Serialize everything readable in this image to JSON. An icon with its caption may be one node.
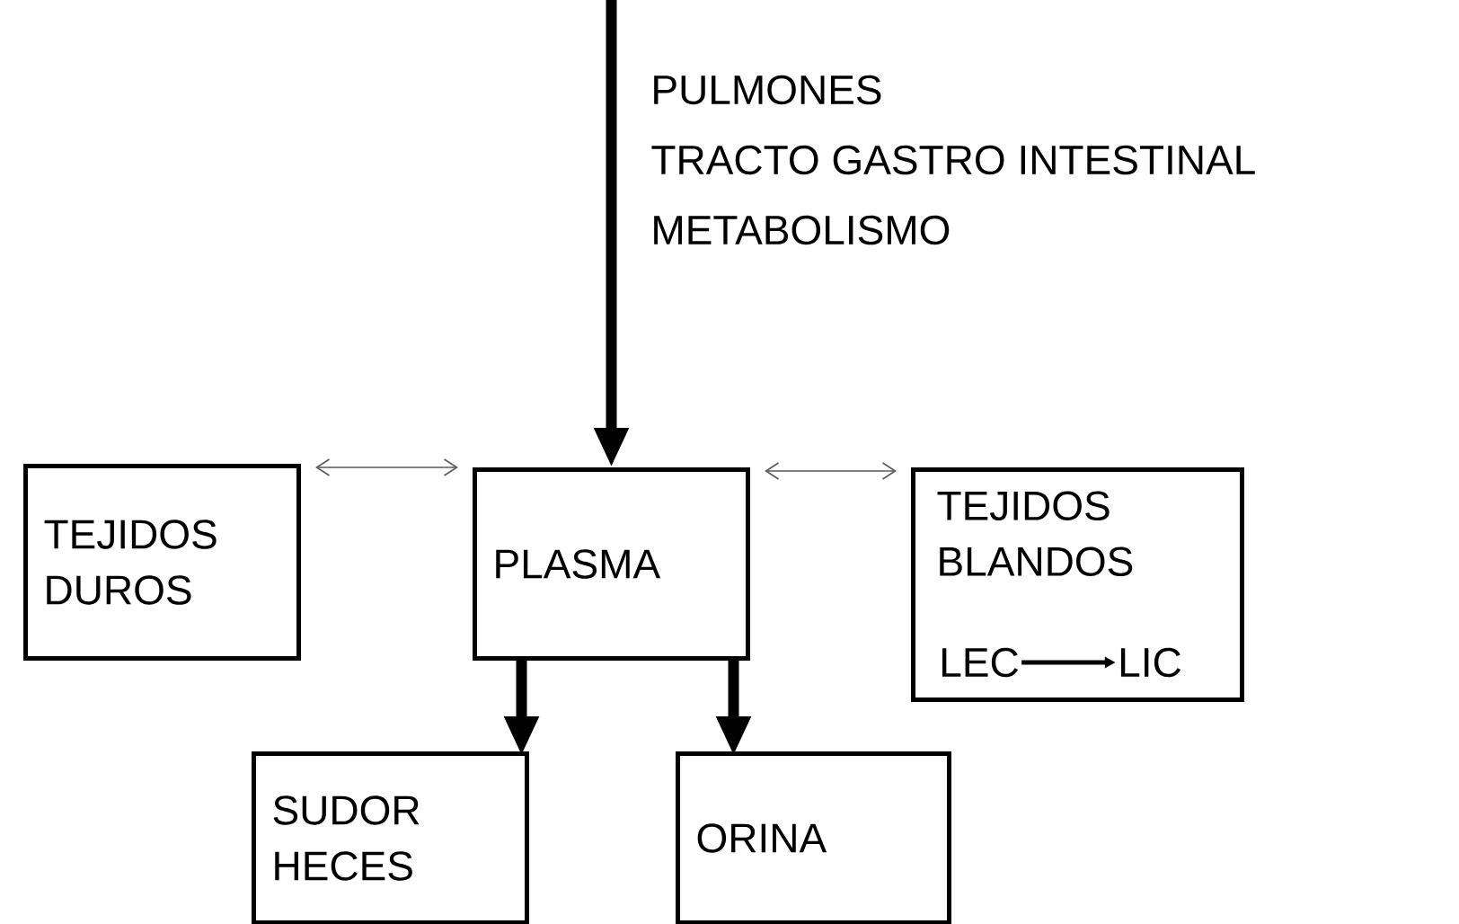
{
  "diagram": {
    "nodes": [
      {
        "text": [
          "TEJIDOS DUROS"
        ]
      },
      {
        "text": [
          "PLASMA"
        ]
      },
      {
        "text": [
          "TEJIDOS BLANDOS"
        ]
      },
      {
        "text": [
          "LEC"
        ],
        "in": 2
      },
      {
        "text": [
          "LIC"
        ],
        "in": 2
      },
      {
        "text": [
          "SUDOR HECES"
        ]
      },
      {
        "text": [
          "ORINA"
        ]
      }
    ],
    "edges": [
      {
        "from": 0,
        "to": 1,
        "arrow": "both"
      },
      {
        "from": 1,
        "to": 2,
        "arrow": "both"
      },
      {
        "from": 3,
        "to": 4,
        "arrow": "to"
      },
      {
        "from": null,
        "to": 1,
        "arrow": "to",
        "style": "thick"
      },
      {
        "from": 1,
        "to": 5,
        "arrow": "to",
        "style": "thick"
      },
      {
        "from": 1,
        "to": 6,
        "arrow": "to",
        "style": "thick"
      }
    ],
    "labels": [
      "PULMONES",
      "TRACTO GASTRO INTESTINAL",
      "METABOLISMO"
    ]
  }
}
